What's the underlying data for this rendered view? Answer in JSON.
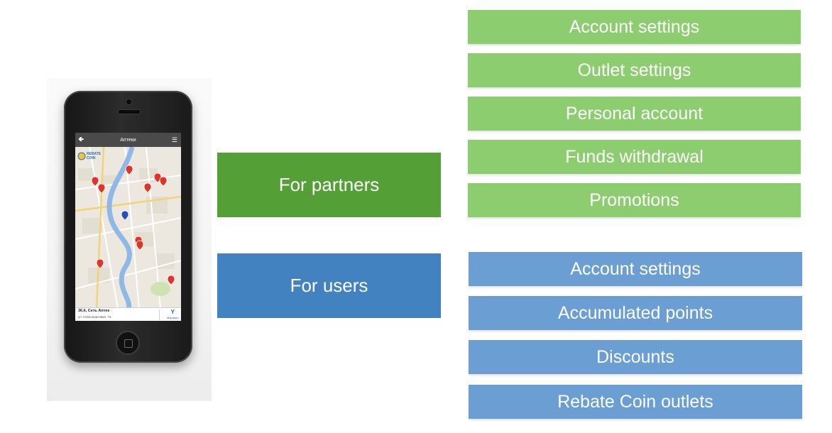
{
  "partners": {
    "label": "For partners",
    "color": "#55a036",
    "items": [
      "Account settings",
      "Outlet settings",
      "Personal account",
      "Funds withdrawal",
      "Promotions"
    ],
    "item_color": "#8ccd6f"
  },
  "users": {
    "label": "For users",
    "color": "#4382c0",
    "items": [
      "Account settings",
      "Accumulated points",
      "Discounts",
      "Rebate Coin outlets"
    ],
    "item_color": "#6b9ed3"
  },
  "phone": {
    "nav_title": "Аптеки",
    "nav_back_icon": "arrow-left-icon",
    "nav_menu_icon": "list-icon",
    "logo_text_1": "REBATE",
    "logo_text_2": "COIN",
    "info_title": "36,6, Сеть Аптек",
    "info_address": "ул. Южнопортовая, 7а",
    "route_label": "Маршрут",
    "route_icon": "route-icon"
  }
}
